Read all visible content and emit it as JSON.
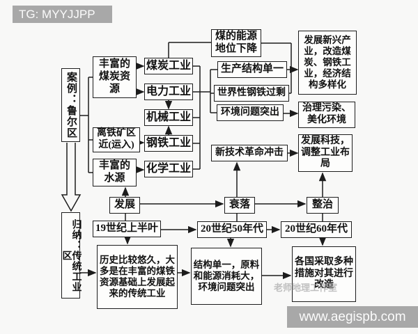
{
  "watermarks": {
    "top_left": "TG: MYYJJPP",
    "bottom_right": "www.aegispb.com",
    "faint": "老师地理工作室"
  },
  "colors": {
    "line": "#1c1c1c",
    "box_background": "#fdfdfc",
    "page_background": "#f8f8f7",
    "watermark_background": "#a8a8a8",
    "watermark_text": "#fbfbfb"
  },
  "nodes": {
    "case": "案例：鲁尔区",
    "res_coal": "丰富的煤炭资源",
    "res_iron": "离铁矿区近(运入)",
    "res_water": "丰富的水源",
    "ind_coal": "煤炭工业",
    "ind_power": "电力工业",
    "ind_machine": "机械工业",
    "ind_steel": "钢铁工业",
    "ind_chem": "化学工业",
    "prob_energy": "煤的能源地位下降",
    "prob_structure": "生产结构单一",
    "prob_steel": "世界性钢铁过剩",
    "prob_env": "环境问题突出",
    "prob_tech": "新技术革命冲击",
    "sol_new_industry": "发展新兴产业，改造煤炭、钢铁工业，经济结构多样化",
    "sol_pollution": "治理污染、美化环境",
    "sol_tech": "发展科技，调整工业布局",
    "stage_develop": "发展",
    "stage_decline": "衰落",
    "stage_renovate": "整治",
    "time_19c": "19世纪上半叶",
    "time_1950s": "20世纪50年代",
    "time_1960s": "20世纪60年代",
    "summary": "归纳：传统工业区",
    "desc_history": "历史比较悠久，大多是在丰富的煤铁资源基础上发展起来的传统工业",
    "desc_problem": "结构单一，原料和能源消耗大，环境问题突出",
    "desc_measures": "各国采取多种措施对其进行改造"
  }
}
